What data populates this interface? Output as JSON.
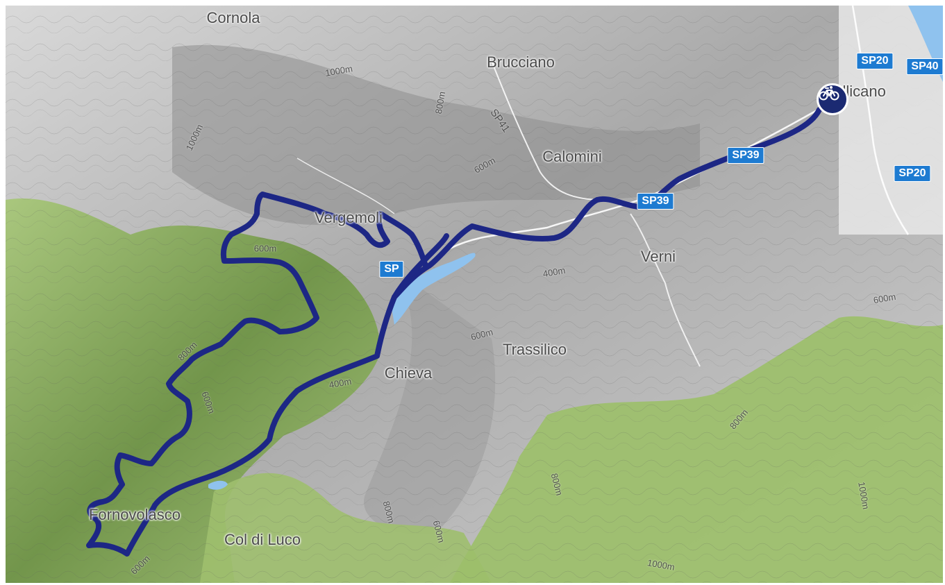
{
  "map": {
    "colors": {
      "route": "#1d2785",
      "forest": "#9cbf6a",
      "relief": "#bdbdbd",
      "water": "#8fc2ee",
      "road_badge": "#1e7bd1",
      "marker": "#1b2a72"
    },
    "places": [
      {
        "id": "cornola",
        "name": "Cornola"
      },
      {
        "id": "brucciano",
        "name": "Brucciano"
      },
      {
        "id": "calomini",
        "name": "Calomini"
      },
      {
        "id": "vergemoli",
        "name": "Vergemoli"
      },
      {
        "id": "verni",
        "name": "Verni"
      },
      {
        "id": "trassilico",
        "name": "Trassilico"
      },
      {
        "id": "chieva",
        "name": "Chieva"
      },
      {
        "id": "col-di-luco",
        "name": "Col di Luco"
      },
      {
        "id": "fornovolasco",
        "name": "Fornovolasco"
      },
      {
        "id": "gallicano",
        "name": "Gallicano"
      }
    ],
    "road_labels": [
      {
        "id": "sp20-top",
        "label": "SP20"
      },
      {
        "id": "sp40",
        "label": "SP40"
      },
      {
        "id": "sp20-right",
        "label": "SP20"
      },
      {
        "id": "sp39-a",
        "label": "SP39"
      },
      {
        "id": "sp39-b",
        "label": "SP39"
      },
      {
        "id": "sp-lake",
        "label": "SP"
      },
      {
        "id": "sp41",
        "label": "SP41"
      }
    ],
    "elevation_labels": [
      {
        "id": "e1",
        "label": "1000m"
      },
      {
        "id": "e2",
        "label": "800m"
      },
      {
        "id": "e3",
        "label": "1000m"
      },
      {
        "id": "e4",
        "label": "600m"
      },
      {
        "id": "e5",
        "label": "600m"
      },
      {
        "id": "e6",
        "label": "400m"
      },
      {
        "id": "e7",
        "label": "600m"
      },
      {
        "id": "e8",
        "label": "600m"
      },
      {
        "id": "e9",
        "label": "800m"
      },
      {
        "id": "e10",
        "label": "400m"
      },
      {
        "id": "e11",
        "label": "800m"
      },
      {
        "id": "e12",
        "label": "600m"
      },
      {
        "id": "e13",
        "label": "800m"
      },
      {
        "id": "e14",
        "label": "800m"
      },
      {
        "id": "e15",
        "label": "600m"
      },
      {
        "id": "e16",
        "label": "1000m"
      },
      {
        "id": "e17",
        "label": "1000m"
      },
      {
        "id": "e18",
        "label": "600m"
      }
    ],
    "start_marker_icon": "bicycle-icon"
  }
}
